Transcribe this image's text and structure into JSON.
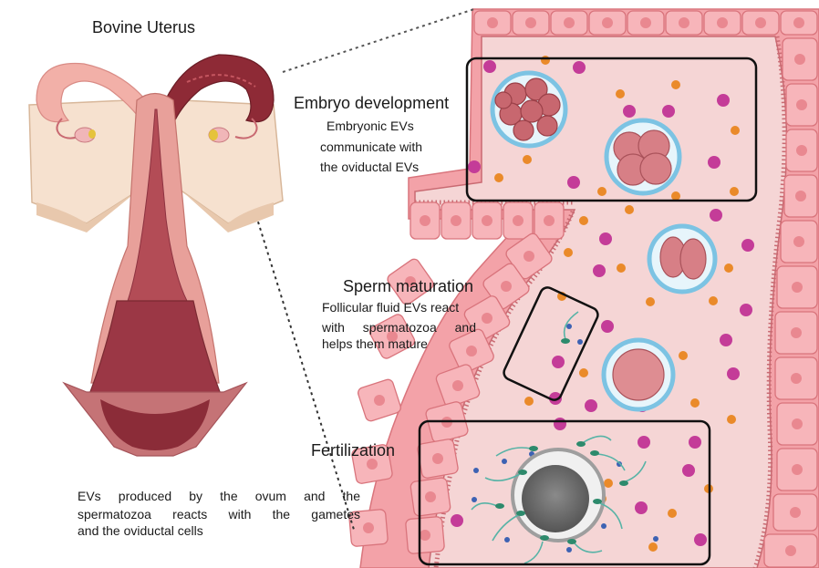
{
  "labels": {
    "title": "Bovine Uterus",
    "embryo_title": "Embryo development",
    "embryo_line1": "Embryonic EVs",
    "embryo_line2": "communicate with",
    "embryo_line3": "the oviductal EVs",
    "sperm_title": "Sperm maturation",
    "sperm_line1": "Follicular fluid EVs react",
    "sperm_line2": "with spermatozoa and",
    "sperm_line3": "helps them mature",
    "fert_title": "Fertilization",
    "ev_line1": "EVs produced by the ovum and the",
    "ev_line2": "spermatozoa reacts with the gametes",
    "ev_line3": "and the oviductal cells"
  },
  "colors": {
    "epithelium": "#f3a2a8",
    "epithelium_stroke": "#d9747c",
    "lumen": "#f5d5d5",
    "ev_magenta": "#c43c98",
    "ev_orange": "#ea8a2a",
    "ev_blue": "#3d62b3",
    "zona_blue": "#7cc3e3",
    "sperm_teal": "#57b3a6",
    "uterus_tissue": "#e8a09a",
    "uterus_dark": "#7a2a32"
  }
}
